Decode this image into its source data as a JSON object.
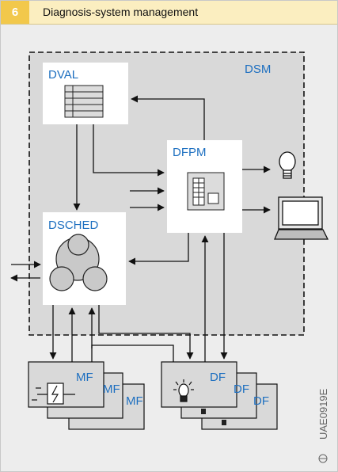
{
  "figure": {
    "number": "6",
    "title": "Diagnosis-system management"
  },
  "diagram": {
    "dsm_label": "DSM",
    "dval_label": "DVAL",
    "dfpm_label": "DFPM",
    "dsched_label": "DSCHED",
    "mf_label": "MF",
    "df_label": "DF",
    "image_code": "UAE0919E",
    "icons": [
      "table-icon",
      "control-panel-icon",
      "scheduler-icon",
      "lamp-icon",
      "laptop-icon",
      "fuse-icon",
      "bulb-icon"
    ]
  },
  "colors": {
    "header_bg": "#fbeec0",
    "number_bg": "#f2c84b",
    "label_blue": "#1d6fc0",
    "panel_gray": "#ededed",
    "dsm_gray": "#d9d9d9"
  }
}
